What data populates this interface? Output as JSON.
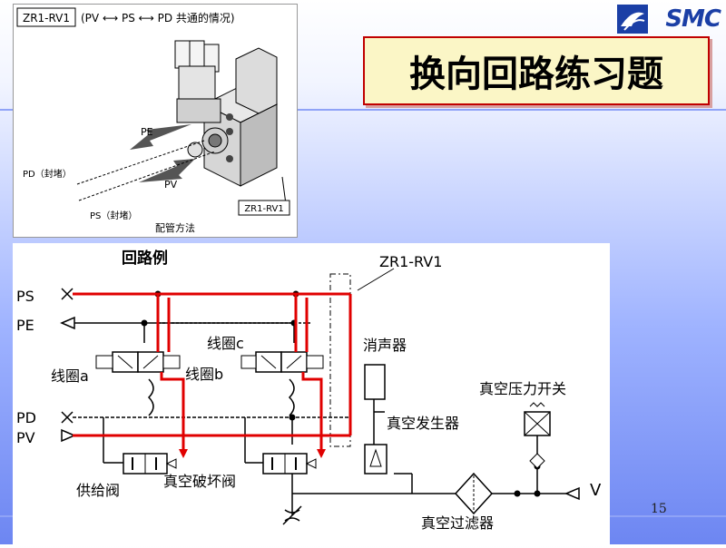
{
  "slide": {
    "title": "换向回路练习题",
    "page_number": "15"
  },
  "logo": {
    "text": "SMC",
    "icon": "smc-logo-icon",
    "color": "#1b3fa6"
  },
  "top_figure": {
    "model_label": "ZR1-RV1",
    "header": "(PV ⟷ PS ⟷ PD 共通的情况)",
    "pe_label": "PE",
    "pd_label": "PD（封堵）",
    "pv_label": "PV",
    "ps_label": "PS（封堵）",
    "unit_label": "ZR1-RV1",
    "caption": "配管方法"
  },
  "circuit": {
    "title": "回路例",
    "model_label": "ZR1-RV1",
    "ports": {
      "ps": "PS",
      "pe": "PE",
      "pd": "PD",
      "pv": "PV",
      "v": "V"
    },
    "coils": {
      "a": "线圈a",
      "b": "线圈b",
      "c": "线圈c"
    },
    "components": {
      "silencer": "消声器",
      "vacuum_generator": "真空发生器",
      "vacuum_switch": "真空压力开关",
      "supply_valve": "供给阀",
      "break_valve": "真空破坏阀",
      "vacuum_filter": "真空过滤器"
    },
    "colors": {
      "flow": "#e00000",
      "line": "#000000"
    }
  }
}
